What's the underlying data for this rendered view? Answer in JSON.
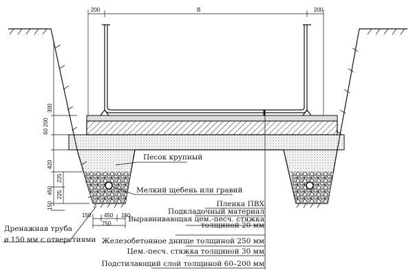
{
  "dimensions": {
    "top_left": "200",
    "top_center": "В",
    "top_right": "200",
    "left_side": [
      "60 200",
      "300",
      "420",
      "450",
      "225",
      "225",
      "150"
    ],
    "bottom": [
      "150",
      "450",
      "150",
      "750"
    ]
  },
  "labels": {
    "sand": "Песок крупный",
    "gravel": "Мелкий щебень или гравий",
    "pvc": "Пленка ПВХ",
    "underlay": "Подкладочный материал",
    "screed_1": "Выравнивающая цем.-песч. стяжка",
    "screed_2": "толщиной 20 мм",
    "slab": "Железобетонное днище толщиной 250 мм",
    "screed30": "Цем.-песч. стяжка толщиной 30 мм",
    "base": "Подстилающий слой толщиной 60–200 мм",
    "drain_1": "Дренажная труба",
    "drain_2": "ø 150 мм с отверстиями"
  }
}
